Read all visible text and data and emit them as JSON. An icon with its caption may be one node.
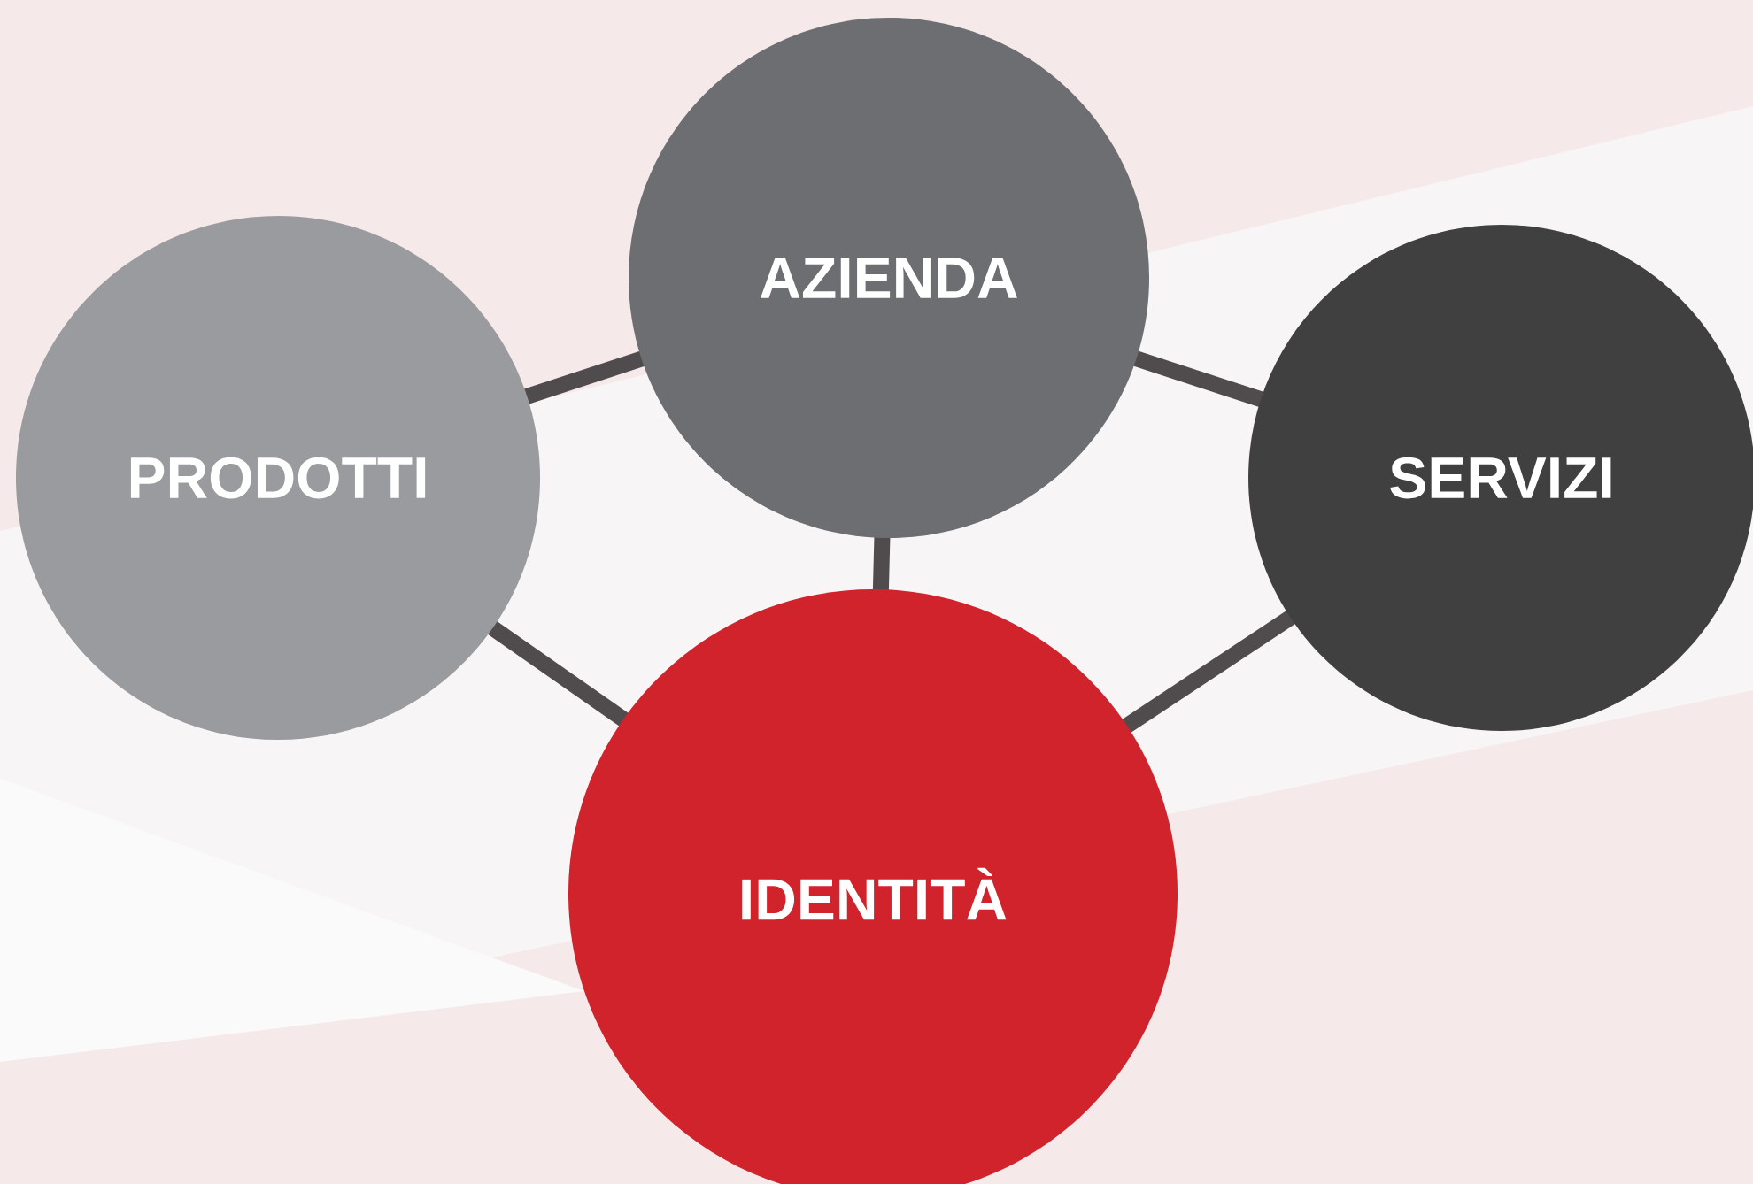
{
  "diagram": {
    "nodes": [
      {
        "text": [
          "PRODOTTI"
        ]
      },
      {
        "text": [
          "AZIENDA"
        ]
      },
      {
        "text": [
          "SERVIZI"
        ]
      },
      {
        "text": [
          "IDENTITÀ"
        ]
      }
    ],
    "edges": [
      {
        "from": 0,
        "to": 1,
        "arrow": "none"
      },
      {
        "from": 1,
        "to": 2,
        "arrow": "none"
      },
      {
        "from": 1,
        "to": 3,
        "arrow": "none"
      },
      {
        "from": 0,
        "to": 3,
        "arrow": "none"
      },
      {
        "from": 2,
        "to": 3,
        "arrow": "none"
      }
    ]
  }
}
